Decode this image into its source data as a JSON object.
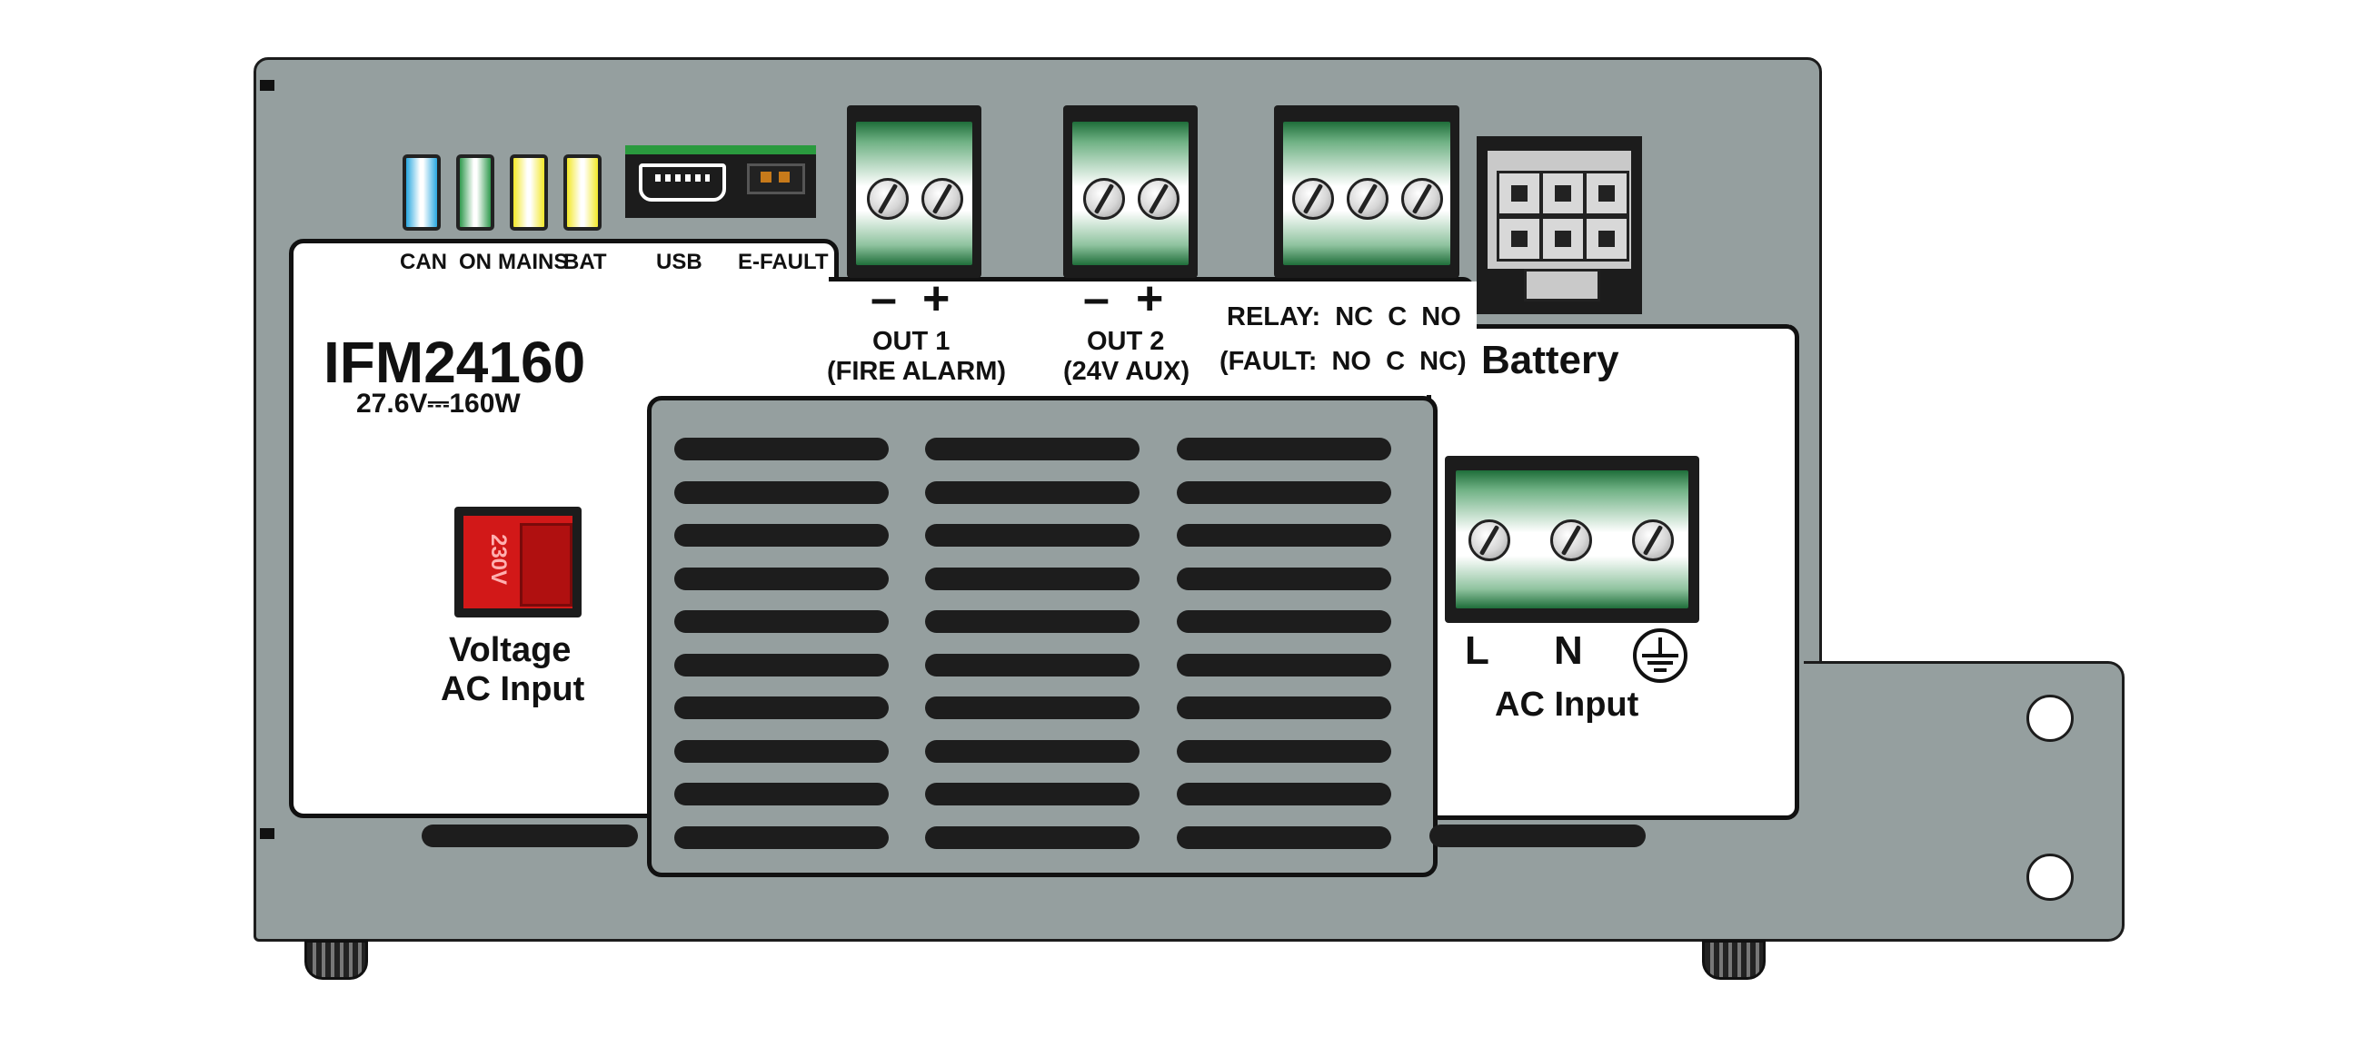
{
  "device": {
    "model": "IFM24160",
    "rating": "27.6V⎓160W",
    "battery_label": "Battery",
    "ac_input_label": "AC Input",
    "voltage_label_line1": "Voltage",
    "voltage_label_line2": "AC Input",
    "switch_text": "230V"
  },
  "leds": [
    {
      "label": "CAN",
      "color": "#2aa8e0"
    },
    {
      "label": "ON",
      "color": "#2f9a4e"
    },
    {
      "label": "MAINS",
      "color": "#f3e829"
    },
    {
      "label": "BAT",
      "color": "#f3e829"
    }
  ],
  "ports": {
    "usb": "USB",
    "efault": "E-FAULT"
  },
  "outputs": {
    "out1_title": "OUT 1",
    "out1_sub": "(FIRE ALARM)",
    "out2_title": "OUT 2",
    "out2_sub": "(24V AUX)",
    "polarity_minus": "–",
    "polarity_plus": "+"
  },
  "relay": {
    "relay_line": "RELAY:  NC  C  NO",
    "fault_line": "(FAULT:  NO  C  NC)"
  },
  "ac_terminals": {
    "l": "L",
    "n": "N",
    "earth": "⏚"
  }
}
